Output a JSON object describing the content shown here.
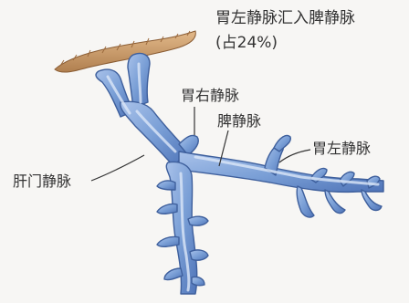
{
  "labels": {
    "left_gastric_to_splenic": "胃左静脉汇入脾静脉",
    "percentage": "(占24%)",
    "right_gastric_vein": "胃右静脉",
    "splenic_vein": "脾静脉",
    "left_gastric_vein": "胃左静脉",
    "hepatic_portal_vein": "肝门静脉"
  },
  "colors": {
    "vein_fill": "#7a9fd6",
    "vein_edge": "#3e5f9c",
    "vein_highlight": "#c9daf5",
    "liver_tissue": "#c99a6a",
    "leader_line": "#333333"
  }
}
